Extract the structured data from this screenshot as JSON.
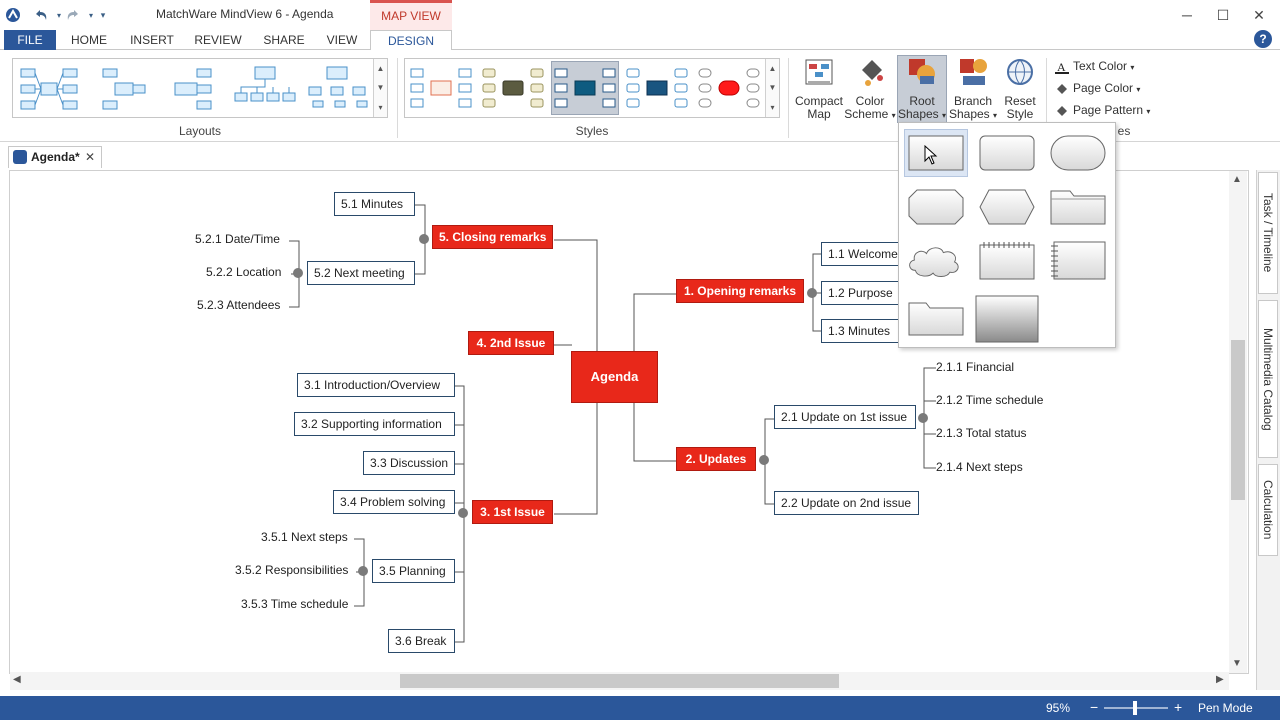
{
  "window": {
    "title": "MatchWare MindView 6 - Agenda",
    "context_tab": "MAP VIEW",
    "controls": [
      "minimize",
      "maximize",
      "close"
    ]
  },
  "tabs": [
    "FILE",
    "HOME",
    "INSERT",
    "REVIEW",
    "SHARE",
    "VIEW",
    "DESIGN"
  ],
  "ribbon": {
    "layouts_label": "Layouts",
    "styles_label": "Styles",
    "buttons": {
      "compact_map": "Compact Map",
      "compact_map_l1": "Compact",
      "compact_map_l2": "Map",
      "color_scheme_l1": "Color",
      "color_scheme_l2": "Scheme",
      "root_shapes_l1": "Root",
      "root_shapes_l2": "Shapes",
      "branch_shapes_l1": "Branch",
      "branch_shapes_l2": "Shapes",
      "reset_style_l1": "Reset",
      "reset_style_l2": "Style"
    },
    "small": {
      "text_color": "Text Color",
      "page_color": "Page Color",
      "page_pattern": "Page Pattern",
      "group_label_partial": "es"
    }
  },
  "document": {
    "tab_title": "Agenda*"
  },
  "side_tabs": [
    "Task / Timeline",
    "Multimedia Catalog",
    "Calculation"
  ],
  "mindmap": {
    "root": "Agenda",
    "branches": {
      "b1": "1.  Opening remarks",
      "b1_1": "1.1  Welcome",
      "b1_2": "1.2  Purpose",
      "b1_3": "1.3  Minutes",
      "b2": "2.  Updates",
      "b2_1": "2.1  Update on 1st issue",
      "b2_1_1": "2.1.1  Financial",
      "b2_1_2": "2.1.2  Time schedule",
      "b2_1_3": "2.1.3  Total status",
      "b2_1_4": "2.1.4  Next steps",
      "b2_2": "2.2  Update on 2nd issue",
      "b3": "3.  1st Issue",
      "b3_1": "3.1  Introduction/Overview",
      "b3_2": "3.2  Supporting information",
      "b3_3": "3.3  Discussion",
      "b3_4": "3.4  Problem solving",
      "b3_5": "3.5  Planning",
      "b3_5_1": "3.5.1  Next steps",
      "b3_5_2": "3.5.2  Responsibilities",
      "b3_5_3": "3.5.3 Time schedule",
      "b3_6": "3.6  Break",
      "b4": "4.  2nd Issue",
      "b5": "5.  Closing remarks",
      "b5_1": "5.1  Minutes",
      "b5_2": "5.2  Next meeting",
      "b5_2_1": "5.2.1  Date/Time",
      "b5_2_2": "5.2.2  Location",
      "b5_2_3": "5.2.3  Attendees"
    }
  },
  "root_shapes_dropdown": {
    "shapes": [
      "rectangle",
      "rounded-rectangle",
      "ellipse",
      "octagon",
      "hexagon",
      "folder",
      "cloud",
      "notepad",
      "notebook",
      "folder-open",
      "gradient-box"
    ]
  },
  "status": {
    "zoom": "95%",
    "zoom_minus": "−",
    "zoom_plus": "+",
    "mode": "Pen Mode"
  },
  "colors": {
    "accent": "#2b579a",
    "branch_red": "#e8281a",
    "context_red": "#c0392b"
  }
}
